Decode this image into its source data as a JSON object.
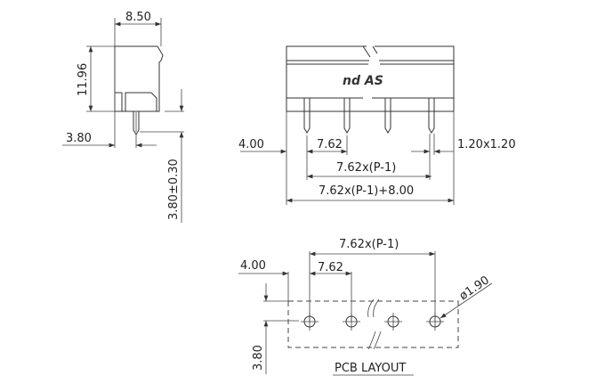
{
  "side_view": {
    "width_label": "8.50",
    "height_label": "11.96",
    "offset_label": "3.80",
    "pin_length_label": "3.80±0.30"
  },
  "front_view": {
    "logo": "nd AS",
    "pitch_label": "7.62",
    "span_label": "7.62x(P-1)",
    "total_label": "7.62x(P-1)+8.00",
    "edge_label": "4.00",
    "pin_size_label": "1.20x1.20"
  },
  "pcb_layout": {
    "span_label": "7.62x(P-1)",
    "pitch_label": "7.62",
    "edge_label": "4.00",
    "row_offset_label": "3.80",
    "hole_label": "ø1.90",
    "title": "PCB LAYOUT"
  }
}
